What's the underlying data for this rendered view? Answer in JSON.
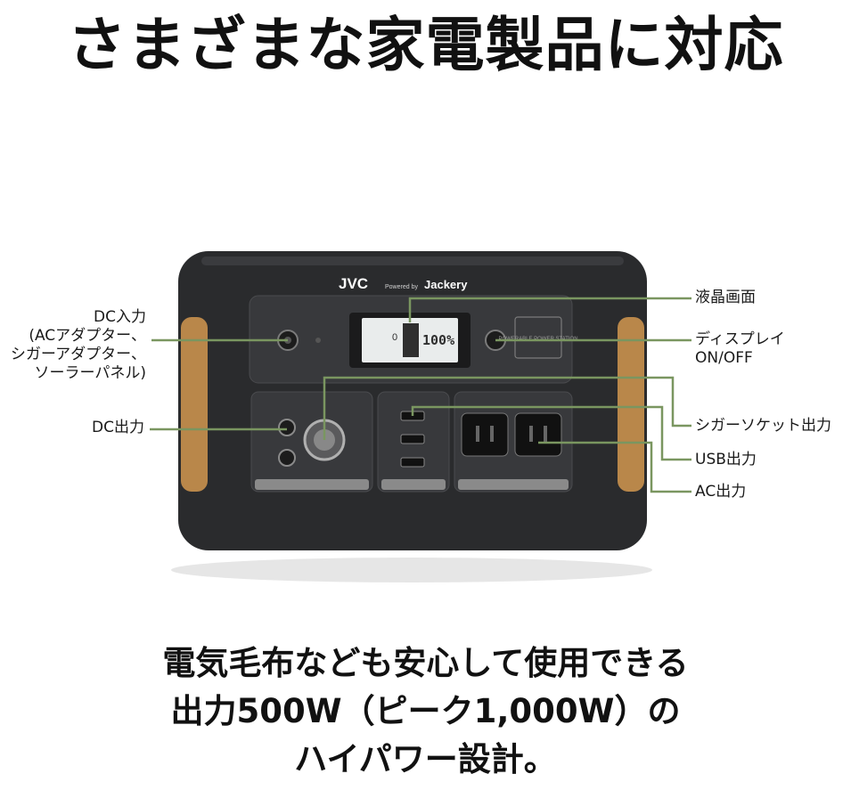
{
  "headline": "さまざまな家電製品に対応",
  "device": {
    "brand": "JVC",
    "powered_by": "Powered by",
    "partner": "Jackery",
    "lcd_reading": "100%",
    "lcd_left_digit": "0",
    "panel_badge": "POWERABLE POWER STATION",
    "colors": {
      "body": "#2a2b2d",
      "panel": "#38393c",
      "accent": "#b9874a",
      "line": "#7a9660"
    }
  },
  "callouts": {
    "dc_input": {
      "title": "DC入力",
      "lines": [
        "(ACアダプター、",
        "シガーアダプター、",
        "ソーラーパネル)"
      ]
    },
    "dc_output": "DC出力",
    "lcd": "液晶画面",
    "display_switch": [
      "ディスプレイ",
      "ON/OFF"
    ],
    "cigar_socket": "シガーソケット出力",
    "usb_output": "USB出力",
    "ac_output": "AC出力"
  },
  "caption": [
    "電気毛布なども安心して使用できる",
    "出力500W（ピーク1,000W）の",
    "ハイパワー設計。"
  ]
}
